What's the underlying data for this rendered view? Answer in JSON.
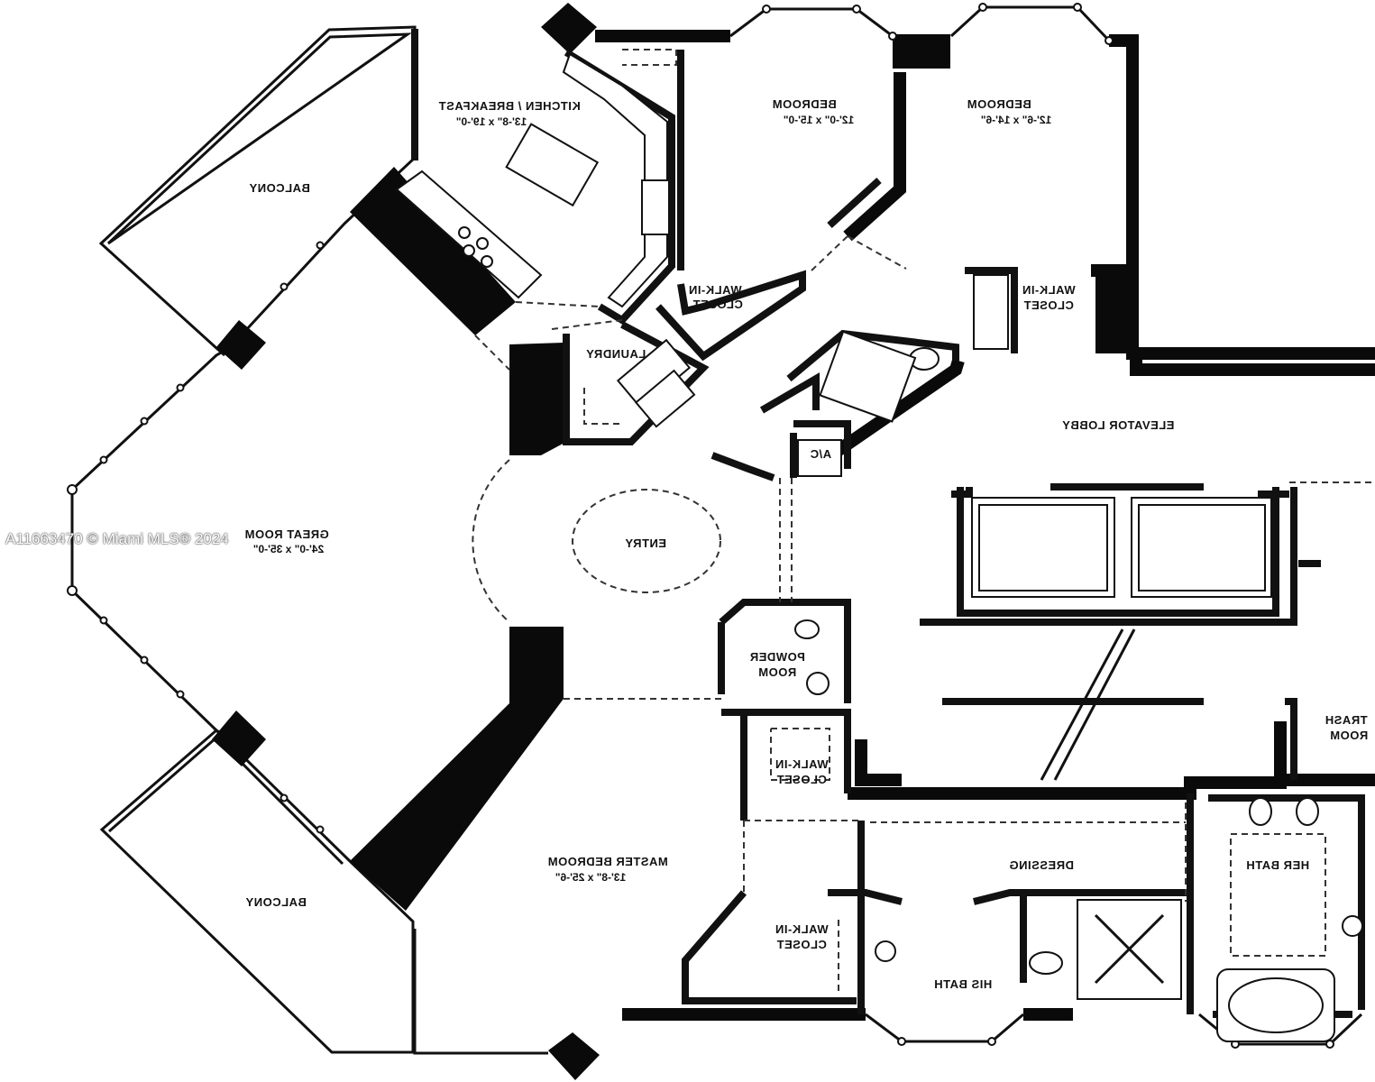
{
  "rooms": {
    "kitchen": {
      "label": "KITCHEN / BREAKFAST",
      "dims": "13'-8\" x 19'-0\""
    },
    "bedroom_1": {
      "label": "BEDROOM",
      "dims": "12'-0\" x 15'-0\""
    },
    "bedroom_2": {
      "label": "BEDROOM",
      "dims": "12'-6\" x 14'-6\""
    },
    "balcony_top": {
      "label": "BALCONY"
    },
    "balcony_bottom": {
      "label": "BALCONY"
    },
    "walkin_1": {
      "label_1": "WALK-IN",
      "label_2": "CLOSET"
    },
    "walkin_2": {
      "label_1": "WALK-IN",
      "label_2": "CLOSET"
    },
    "laundry": {
      "label": "LAUNDRY"
    },
    "ac": {
      "label": "A/C"
    },
    "elevator_lobby": {
      "label": "ELEVATOR LOBBY"
    },
    "great_room": {
      "label": "GREAT ROOM",
      "dims": "24'-0\" x 35'-0\""
    },
    "entry": {
      "label": "ENTRY"
    },
    "powder_room": {
      "label_1": "POWDER",
      "label_2": "ROOM"
    },
    "walkin_3": {
      "label_1": "WALK-IN",
      "label_2": "CLOSET"
    },
    "trash_room": {
      "label_1": "TRASH",
      "label_2": "ROOM"
    },
    "master_bedroom": {
      "label": "MASTER BEDROOM",
      "dims": "13'-8\" x 25'-6\""
    },
    "dressing": {
      "label": "DRESSING"
    },
    "her_bath": {
      "label": "HER BATH"
    },
    "walkin_4": {
      "label_1": "WALK-IN",
      "label_2": "CLOSET"
    },
    "his_bath": {
      "label": "HIS BATH"
    }
  },
  "watermark": "A11663470 © Miami MLS® 2024",
  "colors": {
    "wall": "#0a0a0a",
    "background": "#ffffff",
    "line": "#111111"
  }
}
